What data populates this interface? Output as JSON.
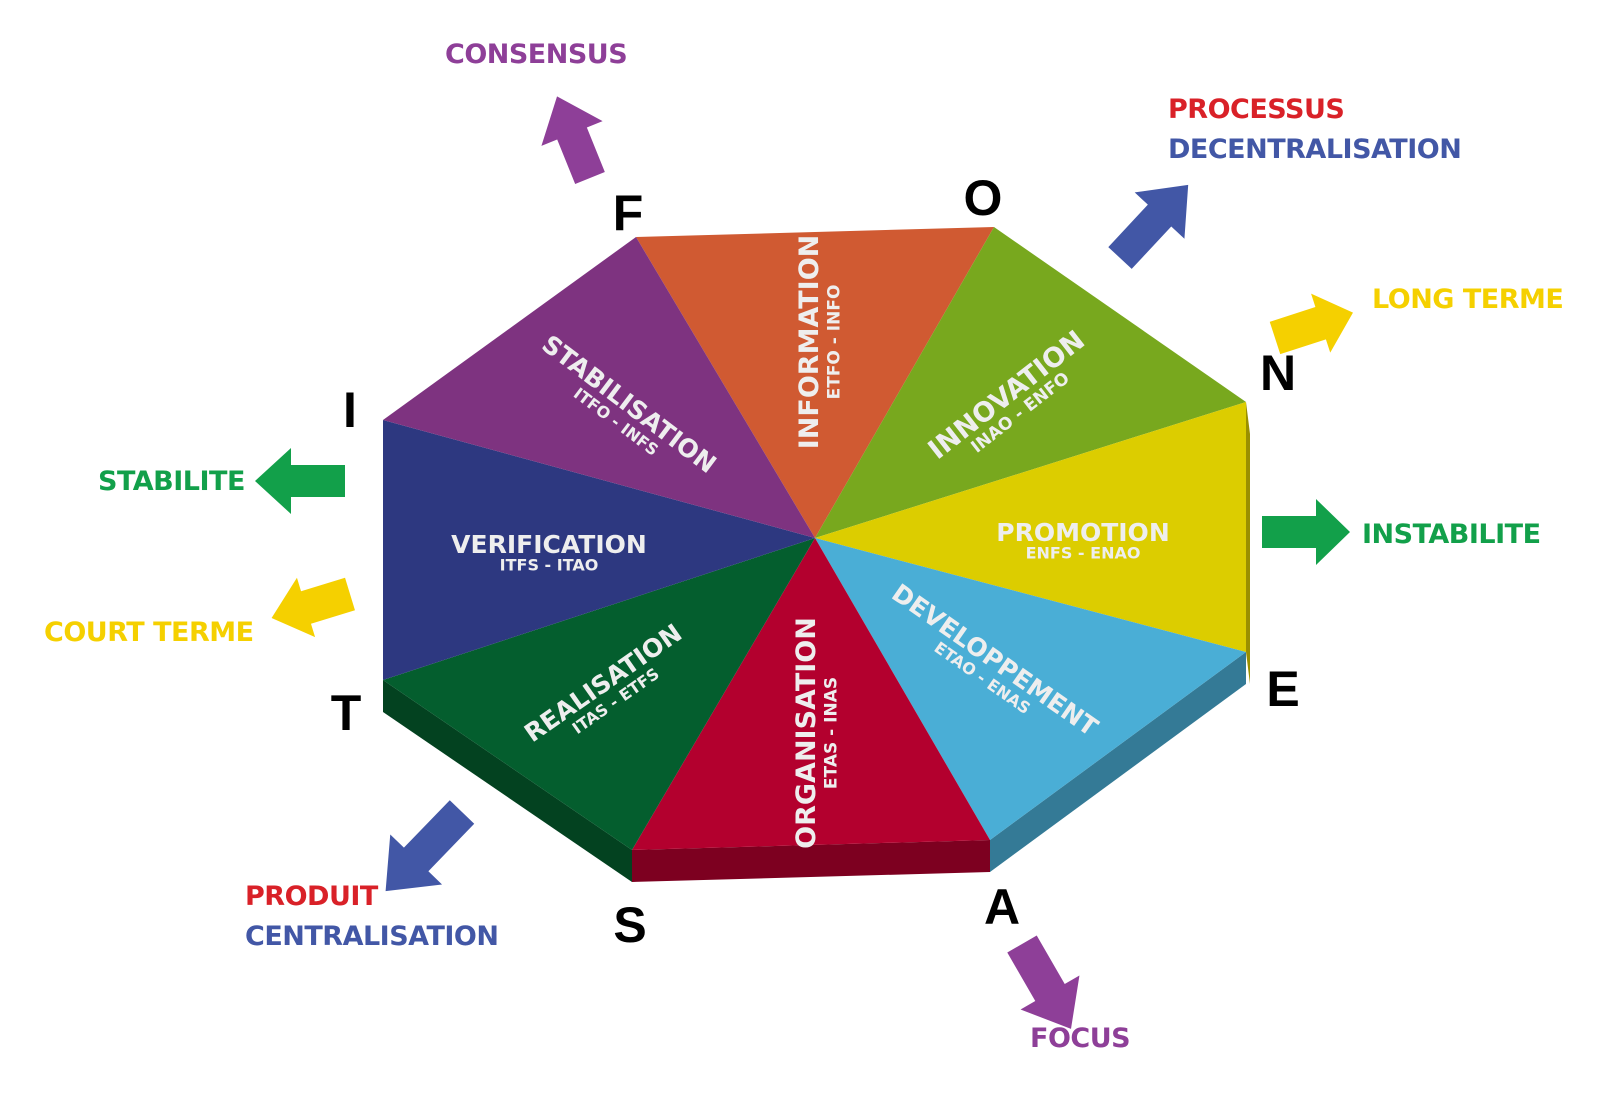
{
  "title": "FONESATI octagon model",
  "vertices": [
    {
      "letter": "F"
    },
    {
      "letter": "O"
    },
    {
      "letter": "N"
    },
    {
      "letter": "E"
    },
    {
      "letter": "A"
    },
    {
      "letter": "S"
    },
    {
      "letter": "T"
    },
    {
      "letter": "I"
    }
  ],
  "segments": [
    {
      "name": "INFORMATION",
      "code": "ETFO - INFO",
      "color": "#d05a32"
    },
    {
      "name": "INNOVATION",
      "code": "INAO - ENFO",
      "color": "#78a81e"
    },
    {
      "name": "PROMOTION",
      "code": "ENFS - ENAO",
      "color": "#dccd00"
    },
    {
      "name": "DEVELOPPEMENT",
      "code": "ETAO - ENAS",
      "color": "#4aaed6"
    },
    {
      "name": "ORGANISATION",
      "code": "ETAS - INAS",
      "color": "#b3002e"
    },
    {
      "name": "REALISATION",
      "code": "ITAS - ETFS",
      "color": "#045e2e"
    },
    {
      "name": "VERIFICATION",
      "code": "ITFS - ITAO",
      "color": "#2d3880"
    },
    {
      "name": "STABILISATION",
      "code": "ITFO - INFS",
      "color": "#7e3380"
    }
  ],
  "directions": [
    {
      "lines": [
        {
          "text": "CONSENSUS",
          "color": "#8e3f98"
        }
      ],
      "arrow_color": "#8e3f98"
    },
    {
      "lines": [
        {
          "text": "PROCESSUS",
          "color": "#d92128"
        },
        {
          "text": "DECENTRALISATION",
          "color": "#4257a6"
        }
      ],
      "arrow_color": "#4257a6"
    },
    {
      "lines": [
        {
          "text": "LONG TERME",
          "color": "#f5d000"
        }
      ],
      "arrow_color": "#f5d000"
    },
    {
      "lines": [
        {
          "text": "INSTABILITE",
          "color": "#12a04a"
        }
      ],
      "arrow_color": "#12a04a"
    },
    {
      "lines": [
        {
          "text": "FOCUS",
          "color": "#8e3f98"
        }
      ],
      "arrow_color": "#8e3f98"
    },
    {
      "lines": [
        {
          "text": "PRODUIT",
          "color": "#d92128"
        },
        {
          "text": "CENTRALISATION",
          "color": "#4257a6"
        }
      ],
      "arrow_color": "#4257a6"
    },
    {
      "lines": [
        {
          "text": "COURT TERME",
          "color": "#f5d000"
        }
      ],
      "arrow_color": "#f5d000"
    },
    {
      "lines": [
        {
          "text": "STABILITE",
          "color": "#12a04a"
        }
      ],
      "arrow_color": "#12a04a"
    }
  ]
}
